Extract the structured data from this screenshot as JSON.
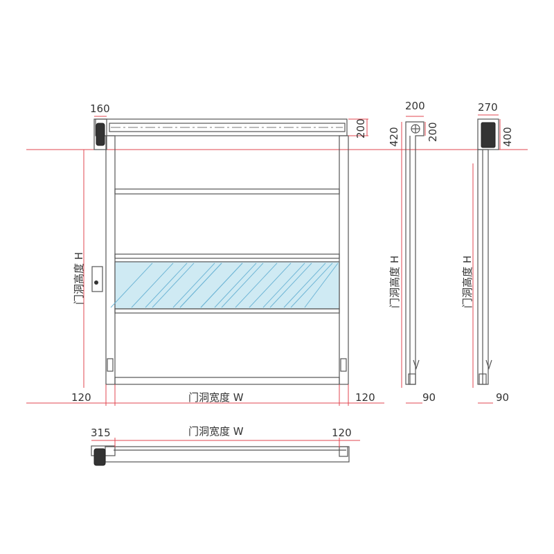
{
  "colors": {
    "dimension": "#e0454f",
    "outline": "#555555",
    "glass": "#cfeaf3",
    "glass_lines": "#6fb6d6"
  },
  "front_view": {
    "motor_width": "160",
    "header_height": "200",
    "height_label": "门洞高度  H",
    "width_label": "门洞宽度  W",
    "left_post": "120",
    "right_post": "120"
  },
  "side_view_a": {
    "width": "200",
    "total_height": "420",
    "roller_height": "200",
    "height_label": "门洞高度  H",
    "base": "90"
  },
  "side_view_b": {
    "width": "270",
    "motor_height": "400",
    "height_label": "门洞高度  H",
    "base": "90"
  },
  "top_view": {
    "motor_side": "315",
    "width_label": "门洞宽度  W",
    "other_side": "120"
  }
}
